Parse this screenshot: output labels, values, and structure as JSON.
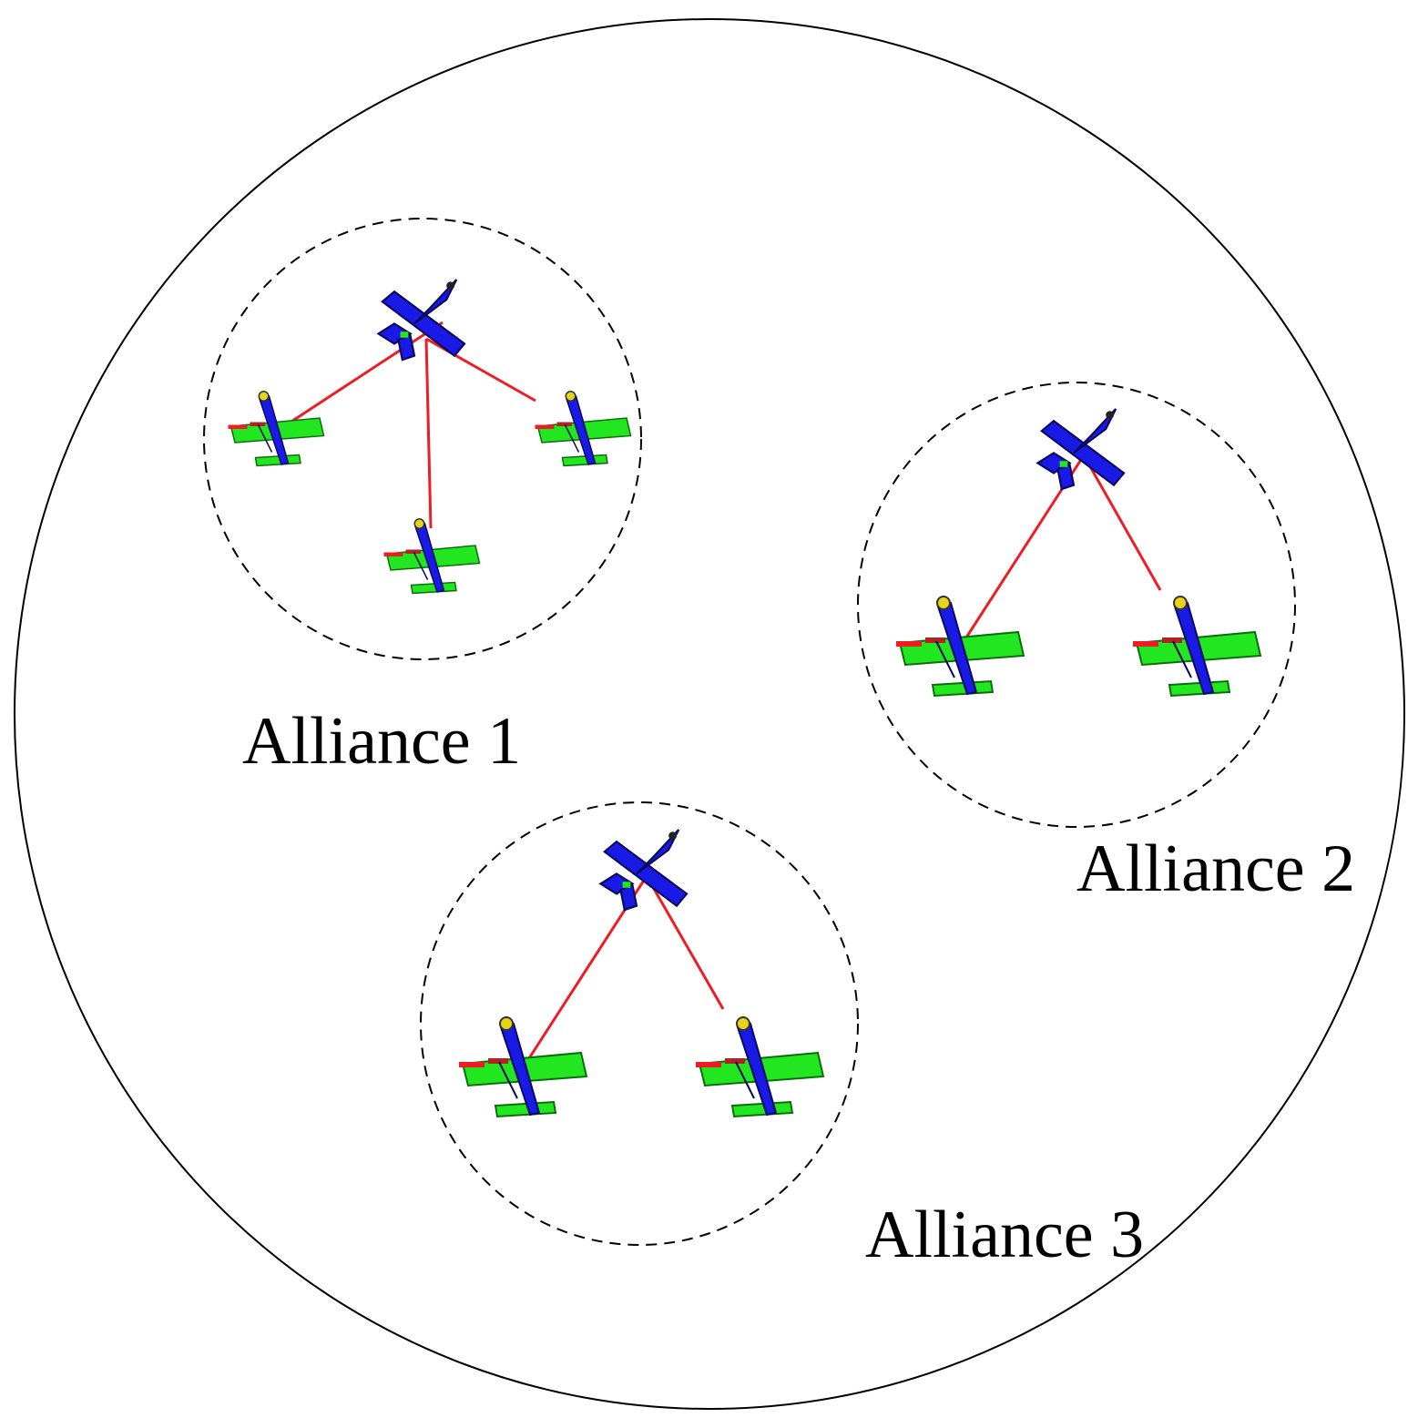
{
  "diagram": {
    "colors": {
      "background": "#ffffff",
      "outline": "#000000",
      "link": "#ee1c24",
      "leader_body": "#1a1ae6",
      "member_wing": "#22e61f",
      "member_fuselage": "#1a1ae6",
      "member_trim": "#ee1c24"
    },
    "alliances": [
      {
        "label": "Alliance 1",
        "leader": "blue-aircraft-icon",
        "members": [
          "green-aircraft-icon",
          "green-aircraft-icon",
          "green-aircraft-icon"
        ]
      },
      {
        "label": "Alliance 2",
        "leader": "blue-aircraft-icon",
        "members": [
          "green-aircraft-icon",
          "green-aircraft-icon"
        ]
      },
      {
        "label": "Alliance 3",
        "leader": "blue-aircraft-icon",
        "members": [
          "green-aircraft-icon",
          "green-aircraft-icon"
        ]
      }
    ]
  }
}
